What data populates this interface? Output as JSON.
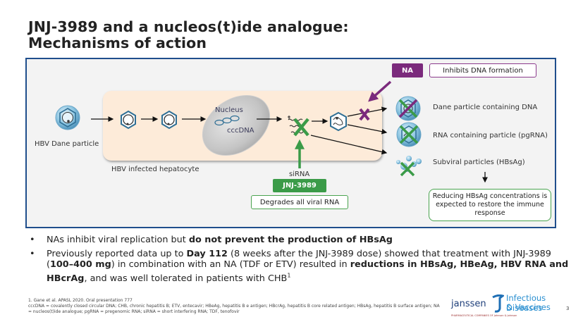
{
  "slide": {
    "title_line1": "JNJ-3989 and a nucleos(t)ide analogue:",
    "title_line2": "Mechanisms of action",
    "page_number": "3"
  },
  "diagram": {
    "dane_particle_label": "HBV Dane particle",
    "hepatocyte_label": "HBV infected hepatocyte",
    "nucleus_label": "Nucleus",
    "cccdna_label": "cccDNA",
    "na_badge": "NA",
    "na_description": "Inhibits DNA formation",
    "sirna_label": "siRNA",
    "jnj_badge": "JNJ-3989",
    "jnj_description": "Degrades all viral RNA",
    "outputs": [
      {
        "label": "Dane particle containing DNA",
        "icon": "dane-particle-icon",
        "blocked_by": "NA and siRNA"
      },
      {
        "label": "RNA containing particle (pgRNA)",
        "icon": "rna-particle-icon",
        "blocked_by": "siRNA"
      },
      {
        "label": "Subviral particles (HBsAg)",
        "icon": "subviral-particles-icon",
        "blocked_by": "siRNA"
      }
    ],
    "outcome": "Reducing HBsAg concentrations is expected to restore the immune response",
    "colors": {
      "na_purple": "#7b2a7c",
      "sirna_green": "#3b9b48",
      "frame_blue": "#1f4e8c",
      "cell_fill": "#fdebd9"
    }
  },
  "bullets": [
    {
      "parts": [
        {
          "text": "NAs inhibit viral replication but ",
          "bold": false
        },
        {
          "text": "do not prevent the production of HBsAg",
          "bold": true
        }
      ]
    },
    {
      "parts": [
        {
          "text": "Previously reported data up to ",
          "bold": false
        },
        {
          "text": "Day 112",
          "bold": true
        },
        {
          "text": " (8 weeks after the JNJ-3989 dose) showed that treatment with JNJ-3989 (",
          "bold": false
        },
        {
          "text": "100–400 mg",
          "bold": true
        },
        {
          "text": ") in combination with an NA (TDF or ETV) resulted in ",
          "bold": false
        },
        {
          "text": "reductions in HBsAg, HBeAg, HBV RNA and HBcrAg",
          "bold": true
        },
        {
          "text": ", and was well tolerated in patients with CHB",
          "bold": false
        },
        {
          "text": "1",
          "bold": false,
          "sup": true
        }
      ]
    }
  ],
  "footnotes": {
    "reference": "1. Gane et al. APASL 2020. Oral presentation 777",
    "abbreviations": "cccDNA = covalently closed circular DNA; CHB, chronic hepatitis B; ETV, entecavir; HBeAg, hepatitis B e antigen; HBcrAg, hepatitis B core related antigen; HBsAg, hepatitis B surface antigen; NA = nucleos(t)ide analogue; pgRNA = pregenomic RNA; siRNA = short interfering RNA; TDF, tenofovir"
  },
  "logo": {
    "company": "janssen",
    "division_line1": "Infectious Diseases",
    "division_line2": "& Vaccines",
    "tagline": "PHARMACEUTICAL COMPANIES OF Johnson & Johnson"
  }
}
